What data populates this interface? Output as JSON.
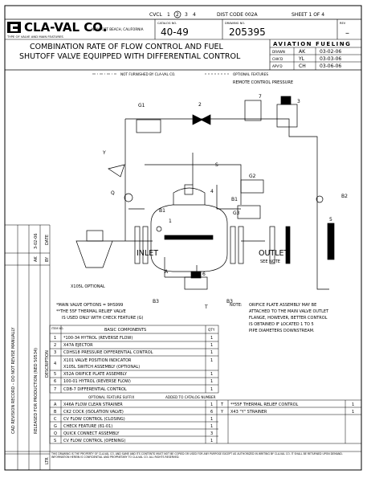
{
  "header": {
    "cvcl_label": "CVCL",
    "cvcl_numbers": [
      "1",
      "2",
      "3",
      "4"
    ],
    "dist_code": "DIST CODE 002A",
    "sheet": "SHEET 1 OF 4",
    "company": "CLA-VAL CO.",
    "location": "NEWPORT BEACH, CALIFORNIA",
    "type_caption": "TYPE OF VALVE AND MAIN FEATURES",
    "catalog_label": "CATALOG NO.",
    "catalog_no": "40-49",
    "drawing_label": "DRAWING NO.",
    "drawing_no": "205395",
    "rev_label": "REV",
    "rev_value": "–",
    "title_line1": "COMBINATION RATE OF FLOW CONTROL AND FUEL",
    "title_line2": "SHUTOFF VALVE EQUIPPED WITH DIFFERENTIAL CONTROL",
    "aviation": "AVIATION FUELING",
    "signoffs": [
      {
        "role": "DRAWN",
        "name": "AK",
        "date": "03-02-06"
      },
      {
        "role": "CHK'D",
        "name": "YL",
        "date": "03-03-06"
      },
      {
        "role": "APV'D",
        "name": "CH",
        "date": "03-06-06"
      }
    ]
  },
  "legend": {
    "not_furnished": "NOT FURNISHED BY CLA-VAL CO.",
    "optional": "OPTIONAL FEATURES"
  },
  "diagram": {
    "labels": [
      "REMOTE CONTROL PRESSURE",
      "G1",
      "2",
      "7",
      "3",
      "Y",
      "S",
      "Q",
      "G2",
      "4",
      "B1",
      "B1",
      "G3",
      "B2",
      "1",
      "5",
      "INLET",
      "OUTLET",
      "SEE NOTE",
      "A",
      "B3",
      "B3",
      "T",
      "6",
      "X105L OPTIONAL"
    ],
    "main_valve_options": "*MAIN VALVE OPTIONS = 9HS999",
    "note_55f": "**THE 55F THERMAL RELIEF VALVE",
    "note_55f2": "IS USED ONLY WITH CHECK FEATURE (G)",
    "note_label": "NOTE:",
    "note_lines": [
      "ORIFICE PLATE ASSEMBLY MAY BE",
      "ATTACHED TO THE MAIN VALVE OUTLET",
      "FLANGE, HOWEVER, BETTER CONTROL",
      "IS OBTAINED IF LOCATED 1 TO 5",
      "PIPE DIAMETERS DOWNSTREAM."
    ]
  },
  "components": {
    "headers": [
      "ITEM NO.",
      "BASIC COMPONENTS",
      "QTY"
    ],
    "rows": [
      {
        "item": "1",
        "desc": [
          "*100-34 HYTROL (REVERSE FLOW)"
        ],
        "qty": "1"
      },
      {
        "item": "2",
        "desc": [
          "X47A EJECTOR"
        ],
        "qty": "1"
      },
      {
        "item": "3",
        "desc": [
          "CDHS18 PRESSURE DIFFERENTIAL CONTROL"
        ],
        "qty": "1"
      },
      {
        "item": "4",
        "desc": [
          "X101 VALVE POSITION INDICATOR",
          "X105L SWITCH ASSEMBLY (OPTIONAL)"
        ],
        "qty": "1"
      },
      {
        "item": "5",
        "desc": [
          "X52A ORIFICE PLATE ASSEMBLY"
        ],
        "qty": "1"
      },
      {
        "item": "6",
        "desc": [
          "100-01 HYTROL (REVERSE FLOW)"
        ],
        "qty": "1"
      },
      {
        "item": "7",
        "desc": [
          "CDB-7 DIFFERENTIAL CONTROL"
        ],
        "qty": "1"
      }
    ]
  },
  "optional_features": {
    "title": "OPTIONAL FEATURE SUFFIX",
    "subtitle": "ADDED TO CATALOG NUMBER",
    "left": [
      {
        "code": "A",
        "desc": "X46A FLOW CLEAN STRAINER",
        "qty": "1"
      },
      {
        "code": "B",
        "desc": "CK2 COCK (ISOLATION VALVE)",
        "qty": "6"
      },
      {
        "code": "C",
        "desc": "CV FLOW CONTROL (CLOSING)",
        "qty": "1"
      },
      {
        "code": "G",
        "desc": "CHECK FEATURE (81-01)",
        "qty": "1"
      },
      {
        "code": "Q",
        "desc": "QUICK CONNECT ASSEMBLY",
        "qty": "3"
      },
      {
        "code": "S",
        "desc": "CV FLOW CONTROL (OPENING)",
        "qty": "1"
      }
    ],
    "right": [
      {
        "code": "T",
        "desc": "**55F THERMAL RELIEF CONTROL",
        "qty": "1"
      },
      {
        "code": "Y",
        "desc": "X43 \"Y\" STRAINER",
        "qty": "1"
      }
    ]
  },
  "revision_block": {
    "title": "CAD REVISION RECORD – DO NOT REVISE MANUALLY",
    "headers": [
      "LTR",
      "DESCRIPTION",
      "BY",
      "DATE"
    ],
    "rows": [
      {
        "ltr": "",
        "desc": "RELEASED FOR PRODUCTION (NED 50534)",
        "by": "AK",
        "date": "3-02-06"
      }
    ]
  },
  "footer": {
    "text": "THIS DRAWING IS THE PROPERTY OF CLA-VAL CO. AND SAME AND ITS CONTENTS MUST NOT BE COPIED OR USED FOR ANY PURPOSE EXCEPT AS AUTHORIZED IN WRITING BY CLA-VAL CO. IT SHALL BE RETURNED UPON DEMAND. INFORMATION HEREIN IS CONFIDENTIAL AND PROPRIETARY TO CLA-VAL CO. ALL RIGHTS RESERVED."
  }
}
